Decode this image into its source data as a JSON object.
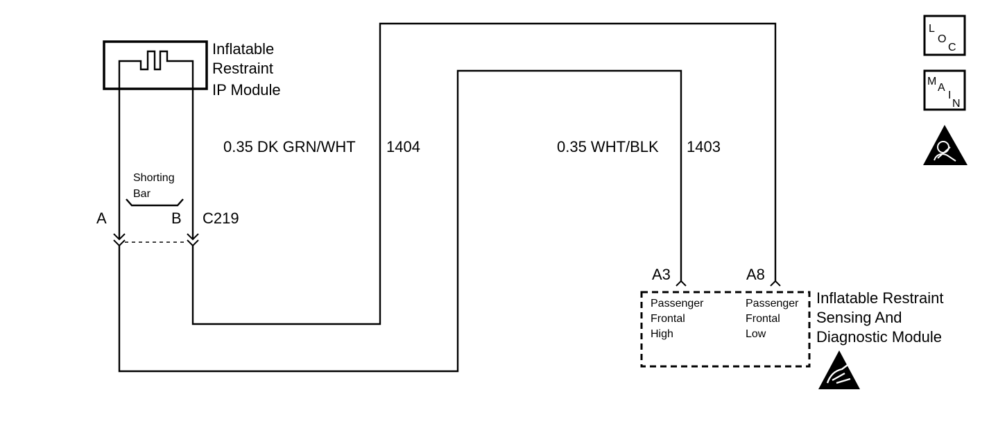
{
  "module_top": {
    "label_lines": [
      "Inflatable",
      "Restraint",
      "IP Module"
    ]
  },
  "shorting_bar": {
    "label_lines": [
      "Shorting",
      "Bar"
    ]
  },
  "connector": {
    "name": "C219",
    "pin_a": "A",
    "pin_b": "B"
  },
  "wires": [
    {
      "gauge_color": "0.35 DK GRN/WHT",
      "circuit": "1404"
    },
    {
      "gauge_color": "0.35 WHT/BLK",
      "circuit": "1403"
    }
  ],
  "sdm": {
    "label_lines": [
      "Inflatable Restraint",
      "Sensing And",
      "Diagnostic Module"
    ],
    "pins": [
      {
        "id": "A3",
        "desc_lines": [
          "Passenger",
          "Frontal",
          "High"
        ]
      },
      {
        "id": "A8",
        "desc_lines": [
          "Passenger",
          "Frontal",
          "Low"
        ]
      }
    ]
  },
  "icons": {
    "loc": {
      "name": "location-icon",
      "letters": [
        "L",
        "O",
        "C"
      ]
    },
    "main": {
      "name": "main-icon",
      "letters": [
        "M",
        "A",
        "I",
        "N"
      ]
    },
    "airbag_warning": "airbag-warning-icon",
    "esd_warning": "esd-warning-icon"
  }
}
